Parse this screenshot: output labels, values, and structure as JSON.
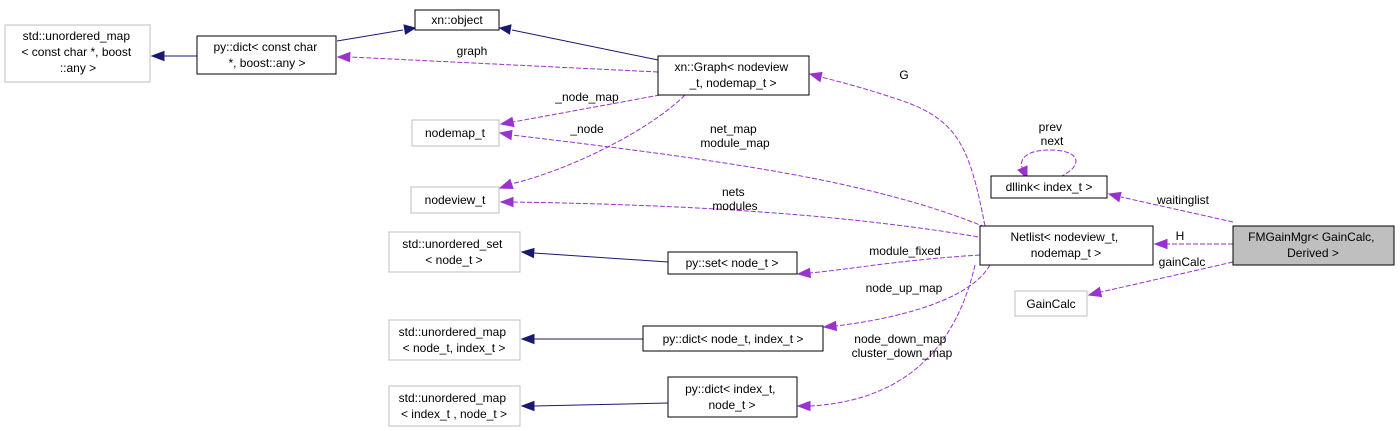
{
  "colors": {
    "inheritance_edge": "#191970",
    "usage_edge": "#9a32cd",
    "focus_fill": "#bfbfbf",
    "external_border": "#bfbfbf"
  },
  "nodes": {
    "um_char_any": [
      "std::unordered_map",
      "< const char *, boost",
      "::any >"
    ],
    "pydict_char_any": [
      "py::dict< const char",
      "*, boost::any >"
    ],
    "xn_object": [
      "xn::object"
    ],
    "xn_graph": [
      "xn::Graph< nodeview",
      "_t, nodemap_t >"
    ],
    "nodemap_t": [
      "nodemap_t"
    ],
    "nodeview_t": [
      "nodeview_t"
    ],
    "us_node": [
      "std::unordered_set",
      "< node_t >"
    ],
    "um_node_index": [
      "std::unordered_map",
      "< node_t, index_t >"
    ],
    "um_index_node": [
      "std::unordered_map",
      "< index_t , node_t >"
    ],
    "pyset_node": [
      "py::set< node_t >"
    ],
    "pydict_node_index": [
      "py::dict< node_t, index_t >"
    ],
    "pydict_index_node": [
      "py::dict< index_t,",
      "node_t >"
    ],
    "netlist": [
      "Netlist< nodeview_t,",
      "nodemap_t >"
    ],
    "dllink": [
      "dllink< index_t >"
    ],
    "gaincalc": [
      "GainCalc"
    ],
    "fmgainmgr": [
      "FMGainMgr< GainCalc,",
      "Derived >"
    ]
  },
  "edge_labels": {
    "graph": [
      "graph"
    ],
    "node_map": [
      "_node_map"
    ],
    "node": [
      "_node"
    ],
    "g": [
      "G"
    ],
    "net_map": [
      "net_map",
      "module_map"
    ],
    "nets": [
      "nets",
      "modules"
    ],
    "module_fixed": [
      "module_fixed"
    ],
    "node_up_map": [
      "node_up_map"
    ],
    "node_down_map": [
      "node_down_map",
      "cluster_down_map"
    ],
    "prev_next": [
      "prev",
      "next"
    ],
    "waitinglist": [
      "waitinglist"
    ],
    "h": [
      "H"
    ],
    "gaincalc": [
      "gainCalc"
    ]
  }
}
